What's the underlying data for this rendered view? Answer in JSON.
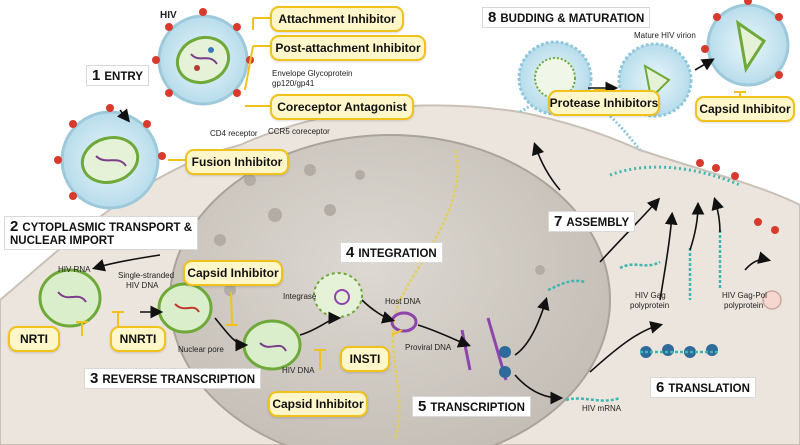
{
  "colors": {
    "cell_body": "#ece5dd",
    "nucleus": "#d2cdc6",
    "inhibitor_fill": "#fff6c9",
    "inhibitor_border": "#f1c21b",
    "virion_envelope": "#b9dbe9",
    "capsid": "#7fb84a",
    "spike": "#d83a2e"
  },
  "labels": {
    "hiv": "HIV",
    "envelope_glycoprotein": "Envelope Glycoprotein",
    "gp120_gp41": "gp120/gp41",
    "cd4_receptor": "CD4 receptor",
    "ccr5_coreceptor": "CCR5 coreceptor",
    "hiv_rna": "HIV RNA",
    "ss_hiv_dna_1": "Single-stranded",
    "ss_hiv_dna_2": "HIV DNA",
    "nuclear_pore": "Nuclear pore",
    "hiv_dna": "HIV DNA",
    "integrase": "Integrase",
    "host_dna": "Host DNA",
    "proviral_dna": "Proviral DNA",
    "hiv_mrna": "HIV mRNA",
    "hiv_gag_1": "HIV Gag",
    "hiv_gag_2": "polyprotein",
    "hiv_gagpol_1": "HIV Gag-Pol",
    "hiv_gagpol_2": "polyprotein",
    "mature_virion": "Mature HIV virion"
  },
  "steps": [
    {
      "num": "1",
      "label": "ENTRY"
    },
    {
      "num": "2",
      "label": "CYTOPLASMIC TRANSPORT &",
      "label2": "NUCLEAR IMPORT"
    },
    {
      "num": "3",
      "label": "REVERSE TRANSCRIPTION"
    },
    {
      "num": "4",
      "label": "INTEGRATION"
    },
    {
      "num": "5",
      "label": "TRANSCRIPTION"
    },
    {
      "num": "6",
      "label": "TRANSLATION"
    },
    {
      "num": "7",
      "label": "ASSEMBLY"
    },
    {
      "num": "8",
      "label": "BUDDING & MATURATION"
    }
  ],
  "inhibitors": {
    "attachment": "Attachment Inhibitor",
    "post_attachment": "Post-attachment Inhibitor",
    "coreceptor_antagonist": "Coreceptor Antagonist",
    "fusion": "Fusion Inhibitor",
    "capsid_transport": "Capsid Inhibitor",
    "nrti": "NRTI",
    "nnrti": "NNRTI",
    "insti": "INSTI",
    "capsid_rt": "Capsid Inhibitor",
    "protease": "Protease Inhibitors",
    "capsid_maturation": "Capsid Inhibitor"
  }
}
